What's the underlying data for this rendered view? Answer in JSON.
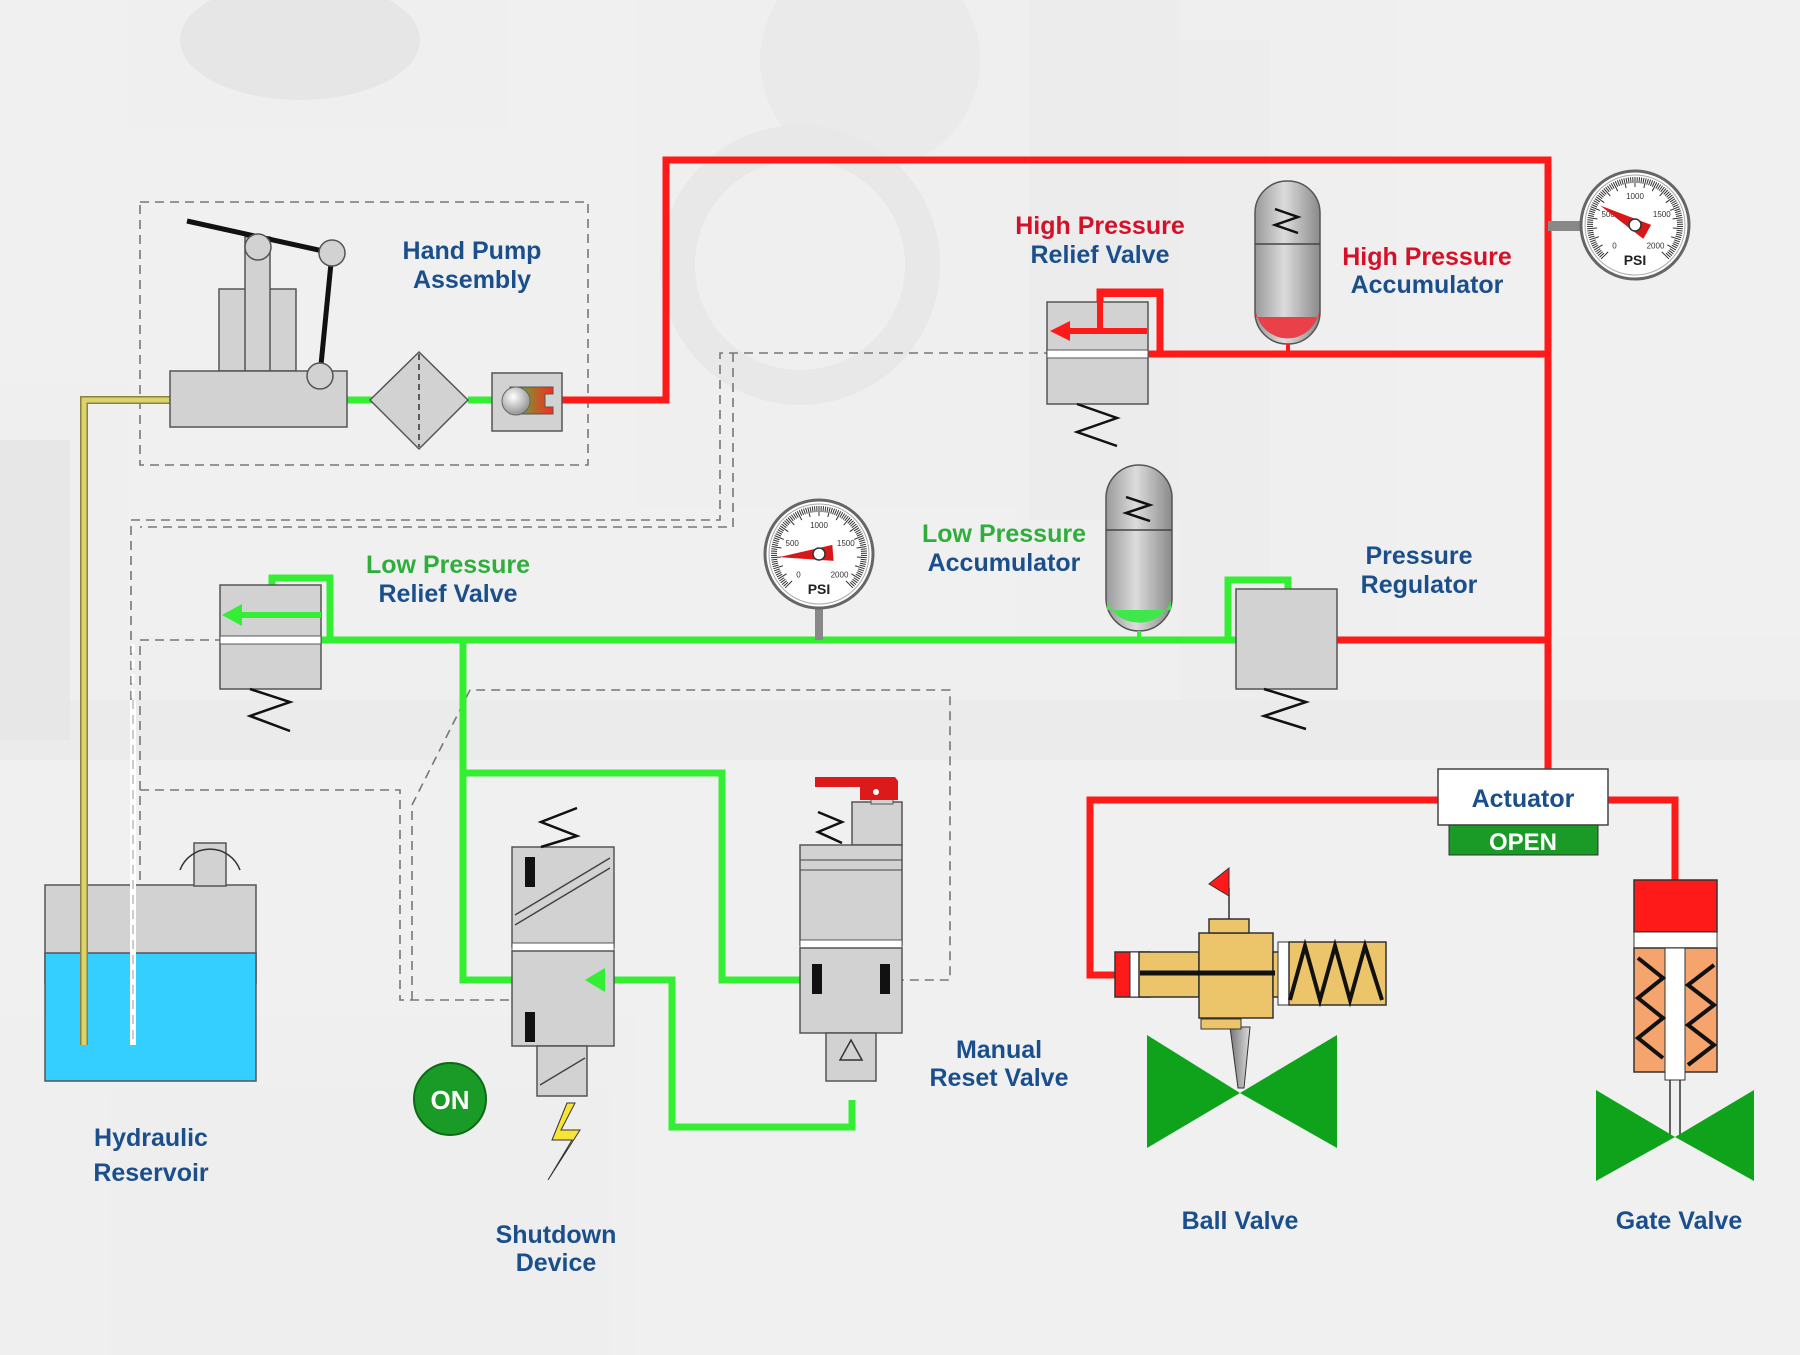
{
  "diagram": {
    "title": "Hydraulic shutdown system schematic",
    "colors": {
      "high_pressure": "#ff1a1a",
      "low_pressure": "#33ee33",
      "suction": "#d8cc5a",
      "label_blue": "#1a4f8c",
      "label_red": "#d3122a",
      "label_green": "#2fae3c",
      "reservoir_fluid": "#35cfff",
      "valve_green": "#0fa31c",
      "component_gray": "#d2d2d2",
      "brass": "#ecc46a",
      "spring_housing": "#f4a46c"
    },
    "labels": {
      "hand_pump": [
        "Hand Pump",
        "Assembly"
      ],
      "hp_relief": [
        "High Pressure",
        "Relief Valve"
      ],
      "hp_accumulator": [
        "High Pressure",
        "Accumulator"
      ],
      "lp_relief": [
        "Low Pressure",
        "Relief Valve"
      ],
      "lp_accumulator": [
        "Low Pressure",
        "Accumulator"
      ],
      "pressure_regulator": [
        "Pressure",
        "Regulator"
      ],
      "manual_reset": [
        "Manual",
        "Reset Valve"
      ],
      "shutdown_device": [
        "Shutdown",
        "Device"
      ],
      "reservoir": [
        "Hydraulic",
        "Reservoir"
      ],
      "ball_valve": "Ball Valve",
      "gate_valve": "Gate Valve",
      "actuator": "Actuator"
    },
    "actuator_status": "OPEN",
    "shutdown_status": "ON",
    "gauges": {
      "high_pressure": {
        "unit": "PSI",
        "ticks": [
          "0",
          "500",
          "1000",
          "1500",
          "2000"
        ],
        "reading_psi": 550
      },
      "low_pressure": {
        "unit": "PSI",
        "ticks": [
          "0",
          "500",
          "1000",
          "1500",
          "2000"
        ],
        "reading_psi": 300
      }
    },
    "accumulator_fill": {
      "high_pressure": 0.12,
      "low_pressure": 0.1
    },
    "reservoir_fill": 0.6
  }
}
